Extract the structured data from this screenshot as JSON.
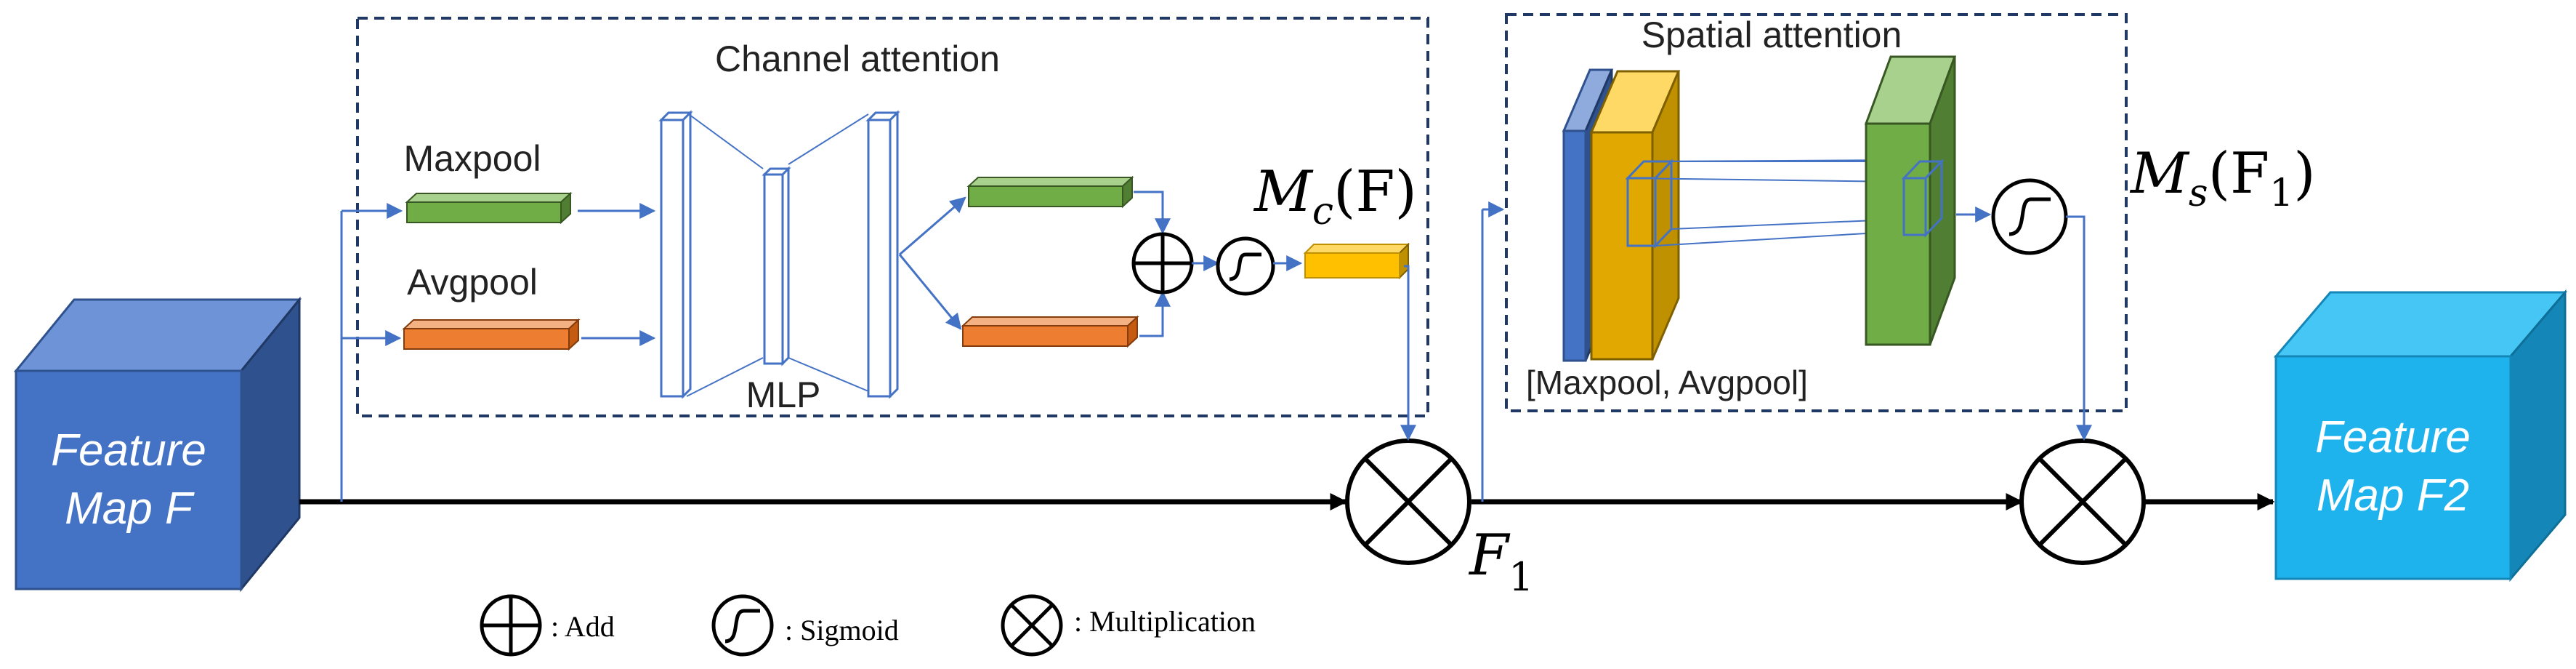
{
  "input_block": {
    "line1": "Feature",
    "line2": "Map F"
  },
  "output_block": {
    "line1": "Feature",
    "line2": "Map F2"
  },
  "channel_attention": {
    "title": "Channel attention",
    "maxpool_label": "Maxpool",
    "avgpool_label": "Avgpool",
    "mlp_label": "MLP",
    "output_symbol": "M",
    "output_subscript": "c",
    "output_argument": "(F)"
  },
  "spatial_attention": {
    "title": "Spatial attention",
    "pool_label": "[Maxpool, Avgpool]",
    "output_symbol": "M",
    "output_subscript": "s",
    "output_argument_open": "(F",
    "output_argument_sub": "1",
    "output_argument_close": ")"
  },
  "intermediate": {
    "symbol": "F",
    "subscript": "1"
  },
  "legend": {
    "add_label": ": Add",
    "sigmoid_label": ": Sigmoid",
    "multiplication_label": ": Multiplication"
  },
  "colors": {
    "feature_blue": "#4472C4",
    "feature_cyan": "#1FB3EE",
    "maxpool_green": "#70AD47",
    "avgpool_orange": "#ED7D31",
    "mc_yellow": "#FFC000",
    "arrow_blue": "#4472C4",
    "box_border": "#1F3864"
  }
}
